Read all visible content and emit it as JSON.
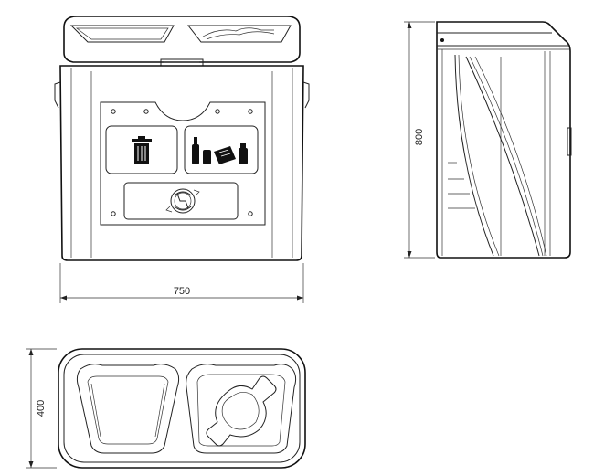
{
  "dimensions": {
    "width": "750",
    "height": "800",
    "depth": "400"
  },
  "views": [
    "front-view",
    "side-view",
    "top-view"
  ]
}
